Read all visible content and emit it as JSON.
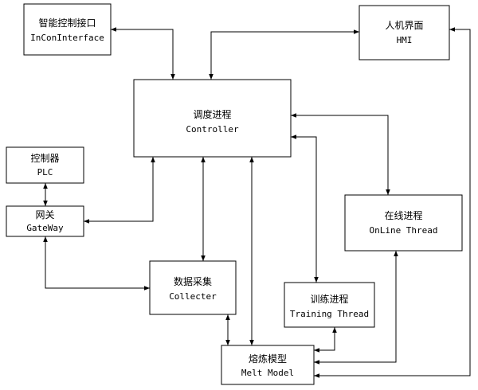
{
  "nodes": {
    "incon": {
      "cn": "智能控制接口",
      "en": "InConInterface"
    },
    "hmi": {
      "cn": "人机界面",
      "en": "HMI"
    },
    "controller": {
      "cn": "调度进程",
      "en": "Controller"
    },
    "plc": {
      "cn": "控制器",
      "en": "PLC"
    },
    "gateway": {
      "cn": "网关",
      "en": "GateWay"
    },
    "online": {
      "cn": "在线进程",
      "en": "OnLine Thread"
    },
    "collecter": {
      "cn": "数据采集",
      "en": "Collecter"
    },
    "training": {
      "cn": "训练进程",
      "en": "Training Thread"
    },
    "melt": {
      "cn": "熔炼模型",
      "en": "Melt Model"
    }
  },
  "connections": [
    {
      "from": "incon",
      "to": "controller"
    },
    {
      "from": "hmi",
      "to": "controller"
    },
    {
      "from": "plc",
      "to": "gateway"
    },
    {
      "from": "gateway",
      "to": "controller"
    },
    {
      "from": "gateway",
      "to": "collecter"
    },
    {
      "from": "controller",
      "to": "collecter"
    },
    {
      "from": "controller",
      "to": "melt"
    },
    {
      "from": "controller",
      "to": "online"
    },
    {
      "from": "controller",
      "to": "training"
    },
    {
      "from": "training",
      "to": "melt"
    },
    {
      "from": "online",
      "to": "melt"
    },
    {
      "from": "collecter",
      "to": "melt"
    },
    {
      "from": "hmi",
      "to": "melt"
    }
  ]
}
